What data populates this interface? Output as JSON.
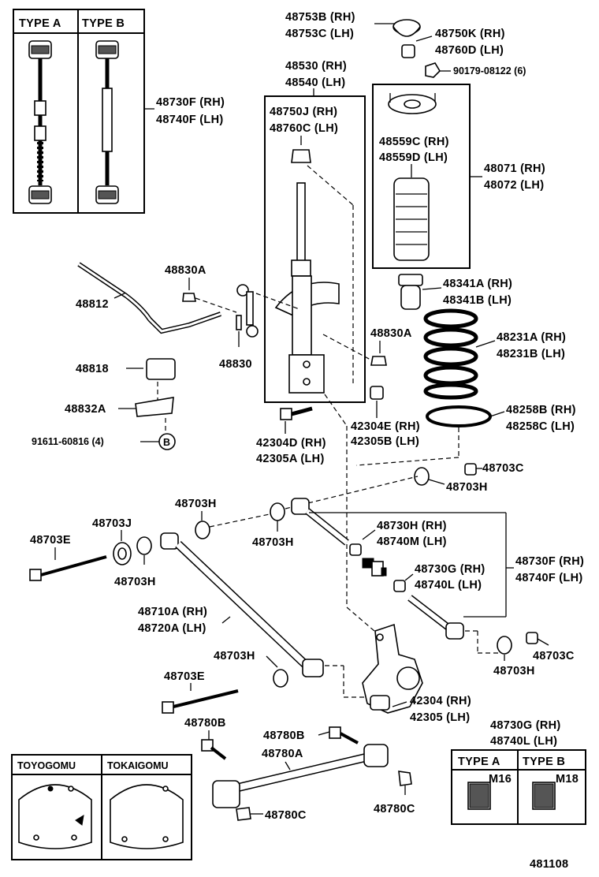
{
  "diagram_number": "481108",
  "boxes": {
    "type_box_top": {
      "type_a": "TYPE A",
      "type_b": "TYPE B"
    },
    "type_box_bottom": {
      "type_a": "TYPE A",
      "type_b": "TYPE B",
      "size_a": "M16",
      "size_b": "M18"
    },
    "brand_box": {
      "left": "TOYOGOMU",
      "right": "TOKAIGOMU"
    }
  },
  "labels": {
    "p48753": [
      "48753B (RH)",
      "48753C (LH)"
    ],
    "p48750k": [
      "48750K (RH)",
      "48760D (LH)"
    ],
    "p90179": [
      "90179-08122 (6)"
    ],
    "p48530": [
      "48530 (RH)",
      "48540 (LH)"
    ],
    "p48750j": [
      "48750J (RH)",
      "48760C (LH)"
    ],
    "p48559": [
      "48559C (RH)",
      "48559D (LH)"
    ],
    "p48071": [
      "48071 (RH)",
      "48072 (LH)"
    ],
    "p48730f_top": [
      "48730F (RH)",
      "48740F (LH)"
    ],
    "p48830a_1": [
      "48830A"
    ],
    "p48812": [
      "48812"
    ],
    "p48830": [
      "48830"
    ],
    "p48818": [
      "48818"
    ],
    "p48832a": [
      "48832A"
    ],
    "p91611": [
      "91611-60816 (4)"
    ],
    "p48341": [
      "48341A (RH)",
      "48341B (LH)"
    ],
    "p48830a_2": [
      "48830A"
    ],
    "p48231": [
      "48231A (RH)",
      "48231B (LH)"
    ],
    "p48258": [
      "48258B (RH)",
      "48258C (LH)"
    ],
    "p42304e": [
      "42304E (RH)",
      "42305B (LH)"
    ],
    "p42304d": [
      "42304D (RH)",
      "42305A (LH)"
    ],
    "p48703c_1": [
      "48703C"
    ],
    "p48703h_1": [
      "48703H"
    ],
    "p48703h_2": [
      "48703H"
    ],
    "p48703h_3": [
      "48703H"
    ],
    "p48703j": [
      "48703J"
    ],
    "p48703e_1": [
      "48703E"
    ],
    "p48703h_4": [
      "48703H"
    ],
    "p48730h": [
      "48730H (RH)",
      "48740M (LH)"
    ],
    "p48730f_right": [
      "48730F (RH)",
      "48740F (LH)"
    ],
    "p48730g_1": [
      "48730G (RH)",
      "48740L (LH)"
    ],
    "p48710a": [
      "48710A (RH)",
      "48720A (LH)"
    ],
    "p48703h_5": [
      "48703H"
    ],
    "p48703c_2": [
      "48703C"
    ],
    "p48703h_6": [
      "48703H"
    ],
    "p48703e_2": [
      "48703E"
    ],
    "p42304": [
      "42304 (RH)",
      "42305 (LH)"
    ],
    "p48780b_1": [
      "48780B"
    ],
    "p48780b_2": [
      "48780B"
    ],
    "p48780a": [
      "48780A"
    ],
    "p48730g_2": [
      "48730G (RH)",
      "48740L (LH)"
    ],
    "p48780c_1": [
      "48780C"
    ],
    "p48780c_2": [
      "48780C"
    ],
    "b_marker": "B"
  }
}
